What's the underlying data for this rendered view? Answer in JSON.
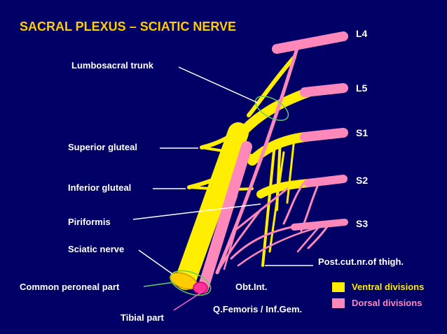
{
  "title": "SACRAL PLEXUS – SCIATIC NERVE",
  "roots": {
    "l4": "L4",
    "l5": "L5",
    "s1": "S1",
    "s2": "S2",
    "s3": "S3"
  },
  "labels": {
    "lumbosacral_trunk": "Lumbosacral trunk",
    "superior_gluteal": "Superior gluteal",
    "inferior_gluteal": "Inferior gluteal",
    "piriformis": "Piriformis",
    "sciatic_nerve": "Sciatic nerve",
    "common_peroneal": "Common peroneal part",
    "tibial": "Tibial part",
    "obt_int": "Obt.Int.",
    "q_femoris": "Q.Femoris / Inf.Gem.",
    "post_cut": "Post.cut.nr.of thigh."
  },
  "legend": {
    "ventral": "Ventral divisions",
    "dorsal": "Dorsal divisions"
  },
  "colors": {
    "background": "#000066",
    "title": "#ffcc00",
    "ventral": "#ffee00",
    "dorsal": "#ff88bb",
    "dorsal_outline": "#cc3366",
    "leader_green": "#66cc66",
    "leader_white": "#ffffff"
  }
}
